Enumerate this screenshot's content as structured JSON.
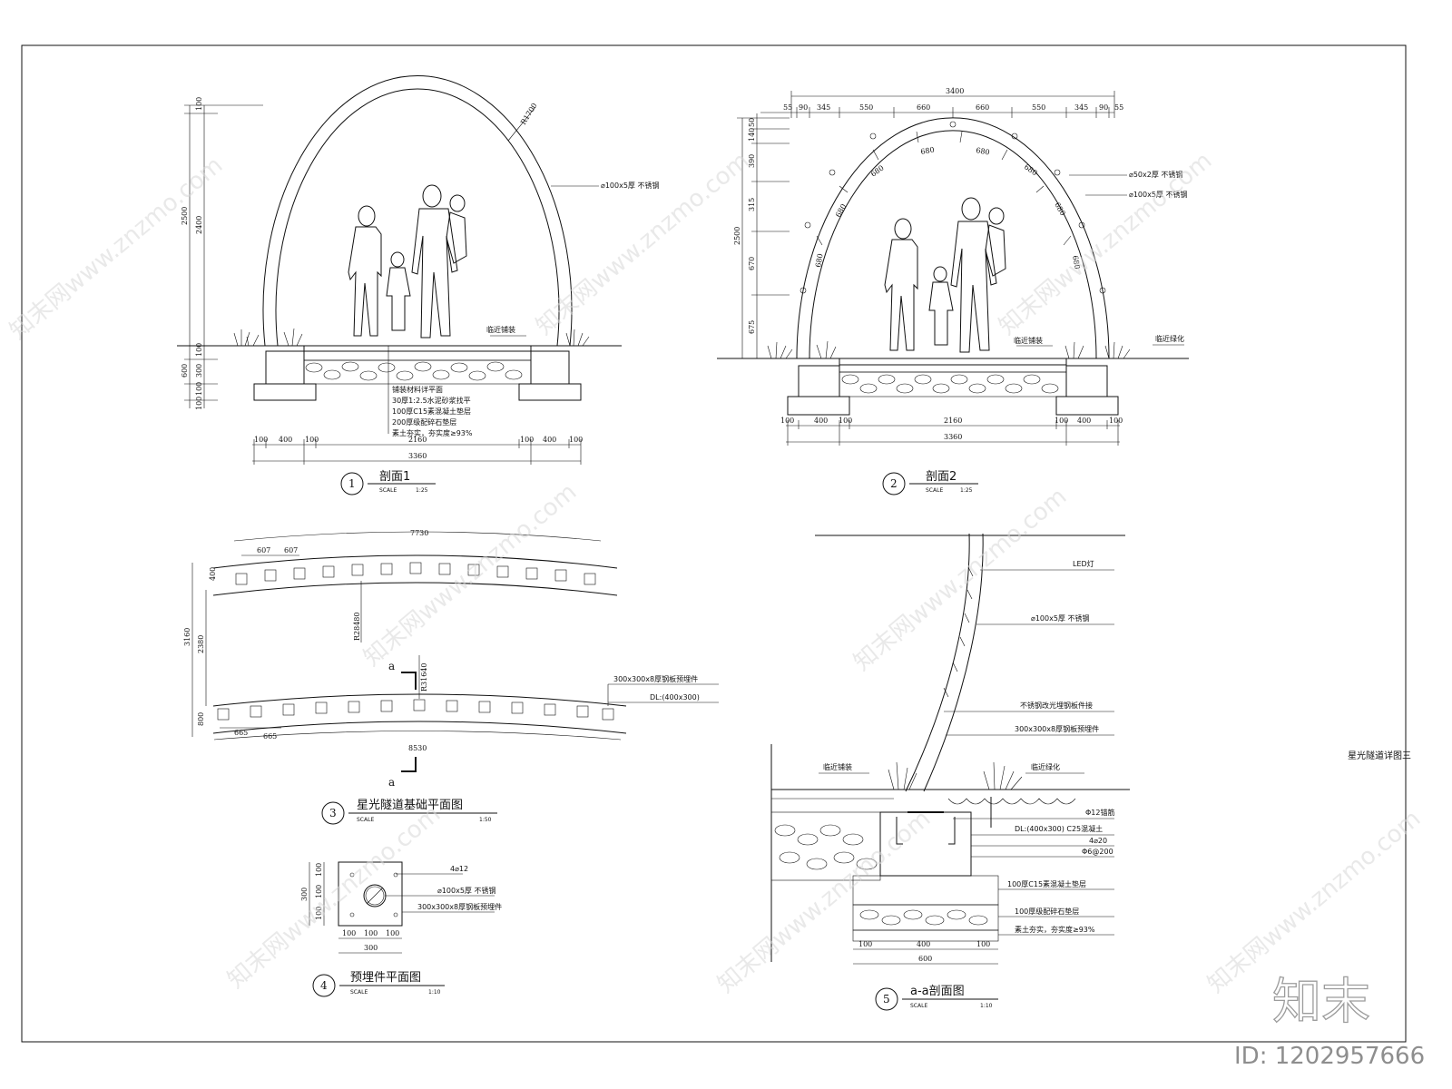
{
  "sheet_title": "星光隧道详图三",
  "sections": {
    "s1": {
      "number": "1",
      "title": "剖面1",
      "scale_label": "SCALE",
      "scale": "1:25",
      "dims": {
        "h_total": "2500",
        "h_arc": "2400",
        "h_top": "100",
        "h_found": "600",
        "h_f1": "300",
        "h_f2": "100",
        "h_f3": "100",
        "h_f0": "100",
        "w_inner": "2160",
        "w_total": "3360",
        "w_a": "100",
        "w_b": "400",
        "w_c": "100"
      },
      "radius": "R1700",
      "notes": {
        "pipe": "⌀100x5厚 不锈钢",
        "paving": "临近铺装"
      },
      "layers": [
        "铺装材料详平面",
        "30厚1:2.5水泥砂浆找平",
        "100厚C15素混凝土垫层",
        "200厚级配碎石垫层",
        "素土夯实，夯实度≥93%"
      ]
    },
    "s2": {
      "number": "2",
      "title": "剖面2",
      "scale_label": "SCALE",
      "scale": "1:25",
      "top_dims": [
        "55",
        "90",
        "345",
        "550",
        "660",
        "660",
        "550",
        "345",
        "90",
        "55"
      ],
      "top_total": "3400",
      "v_dims": [
        "50",
        "140",
        "390",
        "315",
        "670",
        "675"
      ],
      "h_total": "2500",
      "arc_labels": [
        "680",
        "680",
        "680",
        "680",
        "680",
        "680",
        "680",
        "680"
      ],
      "notes": {
        "pipe_small": "⌀50x2厚 不锈钢",
        "pipe_big": "⌀100x5厚 不锈钢",
        "paving": "临近铺装",
        "green": "临近绿化"
      },
      "bottom": {
        "a": "100",
        "b": "400",
        "c": "100",
        "inner": "2160",
        "total": "3360"
      }
    },
    "s3": {
      "number": "3",
      "title": "星光隧道基础平面图",
      "scale_label": "SCALE",
      "scale": "1:50",
      "dims": {
        "top": "7730",
        "s1": "607",
        "s2": "607",
        "width_top": "400",
        "h_total": "3160",
        "h_inner": "2380",
        "width_bot": "800",
        "r_outer": "R28480",
        "r_inner": "R31640",
        "s3": "665",
        "s4": "665",
        "bottom": "8530"
      },
      "cut": "a",
      "notes": {
        "plate": "300x300x8厚钢板预埋件",
        "dl": "DL:(400x300)"
      }
    },
    "s4": {
      "number": "4",
      "title": "预埋件平面图",
      "scale_label": "SCALE",
      "scale": "1:10",
      "dims": {
        "h": "300",
        "v1": "100",
        "v2": "100",
        "v3": "100",
        "w1": "100",
        "w2": "100",
        "w3": "100",
        "w": "300"
      },
      "notes": {
        "bolt": "4⌀12",
        "pipe": "⌀100x5厚 不锈钢",
        "plate": "300x300x8厚钢板预埋件"
      }
    },
    "s5": {
      "number": "5",
      "title": "a-a剖面图",
      "scale_label": "SCALE",
      "scale": "1:10",
      "notes": [
        "LED灯",
        "⌀100x5厚 不锈钢",
        "不锈钢改光埋钢板件接",
        "300x300x8厚钢板预埋件",
        "临近铺装",
        "临近绿化",
        "Φ12锚筋",
        "DL:(400x300) C25混凝土",
        "4⌀20",
        "Φ6@200",
        "100厚C15素混凝土垫层",
        "100厚级配碎石垫层",
        "素土夯实，夯实度≥93%"
      ],
      "dims": {
        "a": "100",
        "b": "400",
        "c": "100",
        "total": "600"
      }
    }
  },
  "watermark": "知末网www.znzmo.com",
  "logo": "知末",
  "id_label": "ID: 1202957666"
}
